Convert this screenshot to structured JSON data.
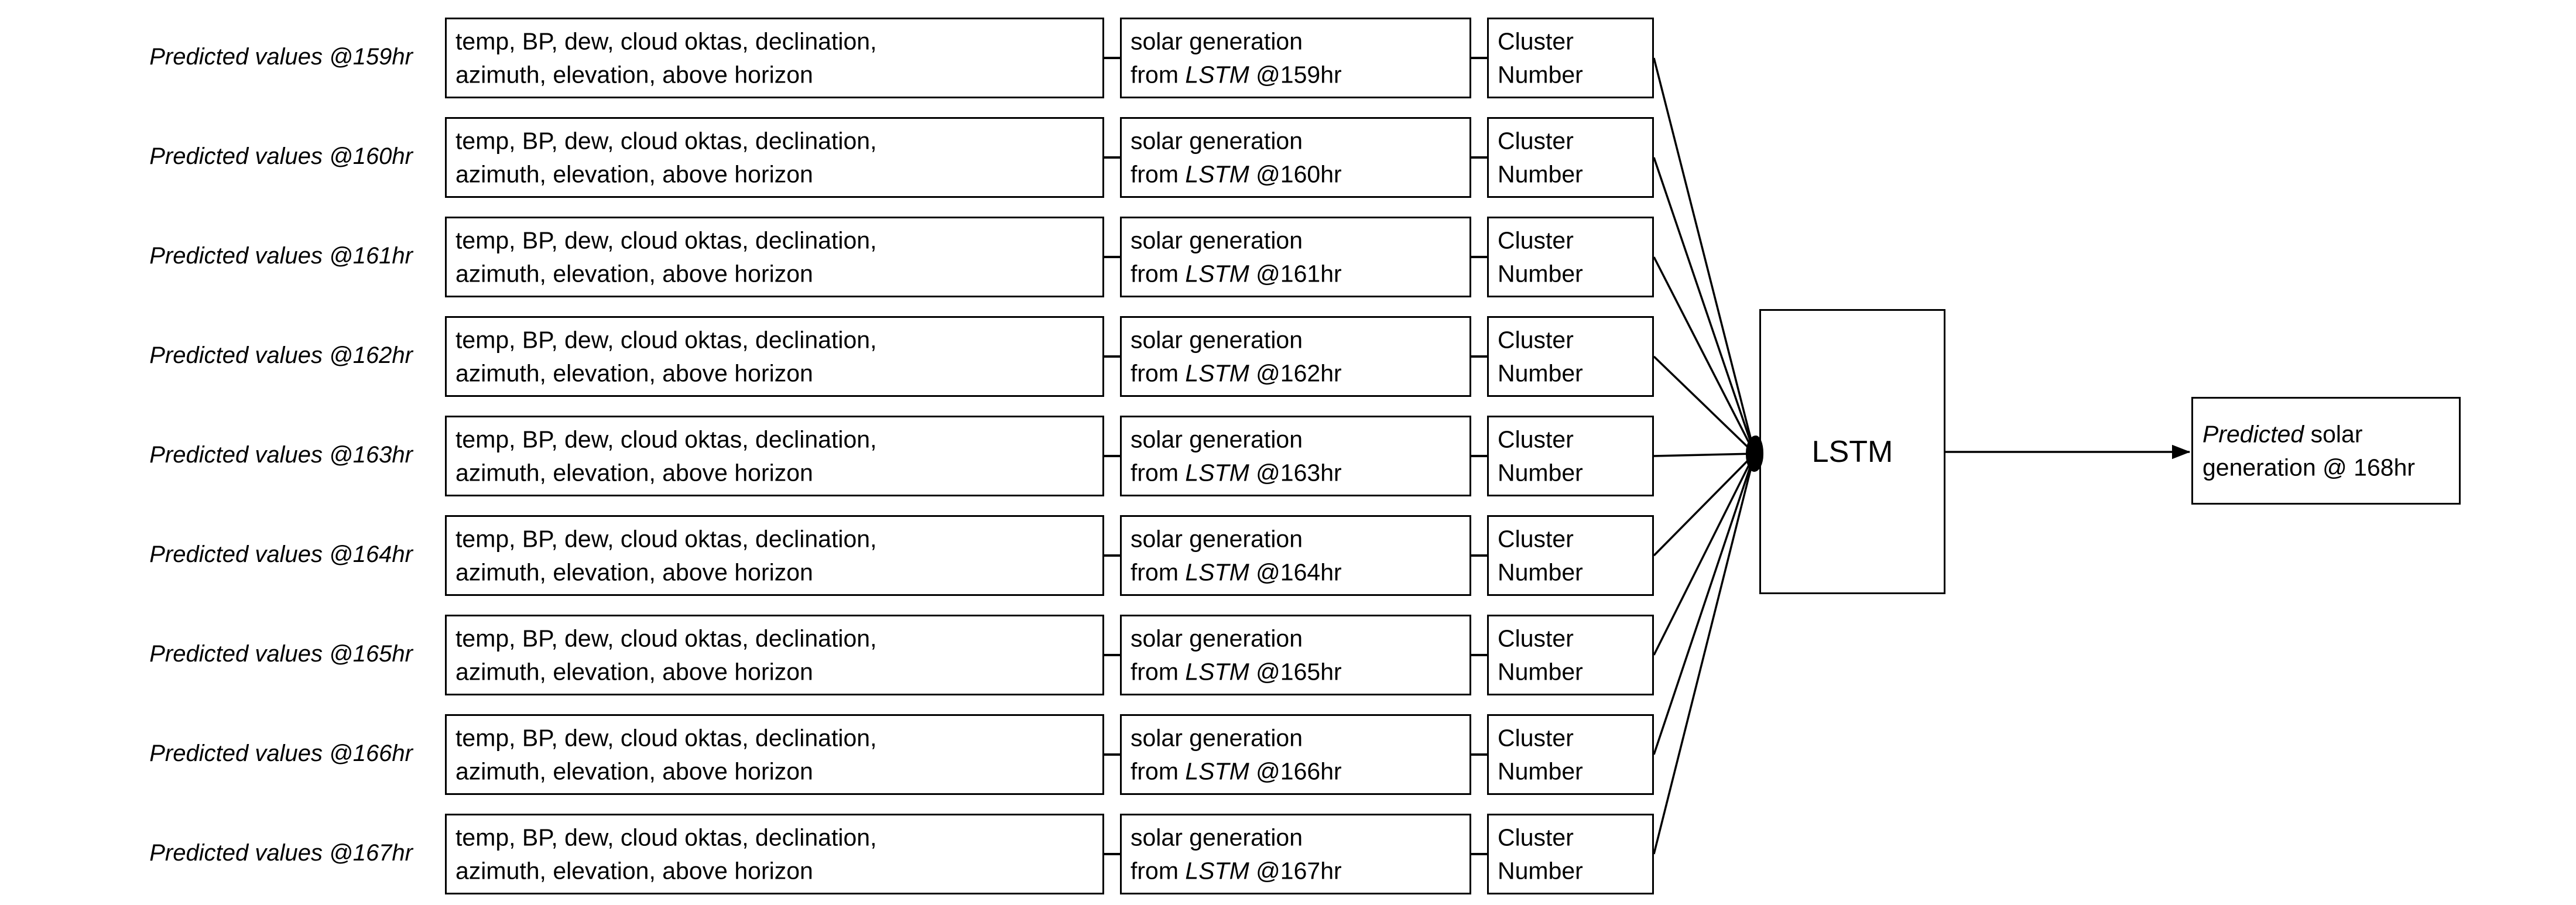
{
  "diagram": {
    "title_visible": false,
    "colors": {
      "stroke": "#000000",
      "background": "#ffffff",
      "node": "#000000"
    },
    "rows": [
      {
        "label": "Predicted values @159hr",
        "features": "temp, BP, dew, cloud oktas, declination, azimuth, elevation, above horizon",
        "features_line1": "temp, BP, dew, cloud oktas, declination,",
        "features_line2": "azimuth, elevation, above horizon",
        "solar_line1": "solar generation",
        "solar_from": "from",
        "solar_model": "LSTM",
        "solar_hour": "@159hr",
        "cluster_line1": "Cluster",
        "cluster_line2": "Number"
      },
      {
        "label": "Predicted values @160hr",
        "features": "temp, BP, dew, cloud oktas, declination, azimuth, elevation, above horizon",
        "features_line1": "temp, BP, dew, cloud oktas, declination,",
        "features_line2": "azimuth, elevation, above horizon",
        "solar_line1": "solar generation",
        "solar_from": "from",
        "solar_model": "LSTM",
        "solar_hour": "@160hr",
        "cluster_line1": "Cluster",
        "cluster_line2": "Number"
      },
      {
        "label": "Predicted values @161hr",
        "features": "temp, BP, dew, cloud oktas, declination, azimuth, elevation, above horizon",
        "features_line1": "temp, BP, dew, cloud oktas, declination,",
        "features_line2": "azimuth, elevation, above horizon",
        "solar_line1": "solar generation",
        "solar_from": "from",
        "solar_model": "LSTM",
        "solar_hour": "@161hr",
        "cluster_line1": "Cluster",
        "cluster_line2": "Number"
      },
      {
        "label": "Predicted values @162hr",
        "features": "temp, BP, dew, cloud oktas, declination, azimuth, elevation, above horizon",
        "features_line1": "temp, BP, dew, cloud oktas, declination,",
        "features_line2": "azimuth, elevation, above horizon",
        "solar_line1": "solar generation",
        "solar_from": "from",
        "solar_model": "LSTM",
        "solar_hour": "@162hr",
        "cluster_line1": "Cluster",
        "cluster_line2": "Number"
      },
      {
        "label": "Predicted values @163hr",
        "features": "temp, BP, dew, cloud oktas, declination, azimuth, elevation, above horizon",
        "features_line1": "temp, BP, dew, cloud oktas, declination,",
        "features_line2": "azimuth, elevation, above horizon",
        "solar_line1": "solar generation",
        "solar_from": "from",
        "solar_model": "LSTM",
        "solar_hour": "@163hr",
        "cluster_line1": "Cluster",
        "cluster_line2": "Number"
      },
      {
        "label": "Predicted values @164hr",
        "features": "temp, BP, dew, cloud oktas, declination, azimuth, elevation, above horizon",
        "features_line1": "temp, BP, dew, cloud oktas, declination,",
        "features_line2": "azimuth, elevation, above horizon",
        "solar_line1": "solar generation",
        "solar_from": "from",
        "solar_model": "LSTM",
        "solar_hour": "@164hr",
        "cluster_line1": "Cluster",
        "cluster_line2": "Number"
      },
      {
        "label": "Predicted values @165hr",
        "features": "temp, BP, dew, cloud oktas, declination, azimuth, elevation, above horizon",
        "features_line1": "temp, BP, dew, cloud oktas, declination,",
        "features_line2": "azimuth, elevation, above horizon",
        "solar_line1": "solar generation",
        "solar_from": "from",
        "solar_model": "LSTM",
        "solar_hour": "@165hr",
        "cluster_line1": "Cluster",
        "cluster_line2": "Number"
      },
      {
        "label": "Predicted values @166hr",
        "features": "temp, BP, dew, cloud oktas, declination, azimuth, elevation, above horizon",
        "features_line1": "temp, BP, dew, cloud oktas, declination,",
        "features_line2": "azimuth, elevation, above horizon",
        "solar_line1": "solar generation",
        "solar_from": "from",
        "solar_model": "LSTM",
        "solar_hour": "@166hr",
        "cluster_line1": "Cluster",
        "cluster_line2": "Number"
      },
      {
        "label": "Predicted values @167hr",
        "features": "temp, BP, dew, cloud oktas, declination, azimuth, elevation, above horizon",
        "features_line1": "temp, BP, dew, cloud oktas, declination,",
        "features_line2": "azimuth, elevation, above horizon",
        "solar_line1": "solar generation",
        "solar_from": "from",
        "solar_model": "LSTM",
        "solar_hour": "@167hr",
        "cluster_line1": "Cluster",
        "cluster_line2": "Number"
      }
    ],
    "model": {
      "label": "LSTM"
    },
    "output": {
      "emphasis": "Predicted",
      "rest_line1": " solar",
      "line2": "generation @ 168hr"
    }
  }
}
